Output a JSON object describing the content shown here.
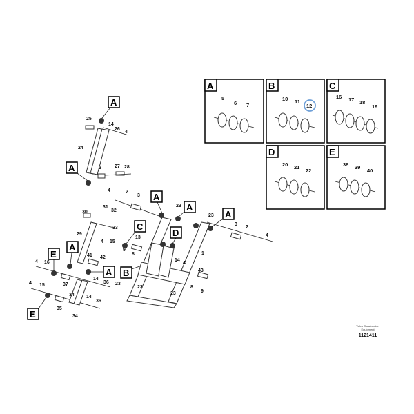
{
  "detail_boxes": [
    {
      "letter": "A",
      "parts": [
        "5",
        "6",
        "7"
      ]
    },
    {
      "letter": "B",
      "parts": [
        "10",
        "11",
        "12"
      ]
    },
    {
      "letter": "C",
      "parts": [
        "16",
        "17",
        "18",
        "19"
      ]
    },
    {
      "letter": "D",
      "parts": [
        "20",
        "21",
        "22"
      ]
    },
    {
      "letter": "E",
      "parts": [
        "38",
        "39",
        "40"
      ]
    }
  ],
  "highlighted_part": "12",
  "highlight_color": "#6fa0d8",
  "callouts": [
    "25",
    "14",
    "26",
    "4",
    "24",
    "2",
    "27",
    "28",
    "4",
    "2",
    "3",
    "23",
    "23",
    "3",
    "2",
    "4",
    "30",
    "31",
    "32",
    "33",
    "29",
    "4",
    "15",
    "13",
    "9",
    "8",
    "1",
    "41",
    "42",
    "4",
    "16",
    "14",
    "4",
    "43",
    "14",
    "36",
    "37",
    "23",
    "23",
    "23",
    "4",
    "15",
    "34",
    "14",
    "36",
    "35",
    "34",
    "8",
    "9"
  ],
  "letter_labels": [
    "A",
    "A",
    "A",
    "A",
    "A",
    "A",
    "A",
    "C",
    "D",
    "E",
    "B",
    "E"
  ],
  "footer": {
    "company_line1": "Volvo Construction",
    "company_line2": "Equipment",
    "drawing_number": "1121411"
  }
}
